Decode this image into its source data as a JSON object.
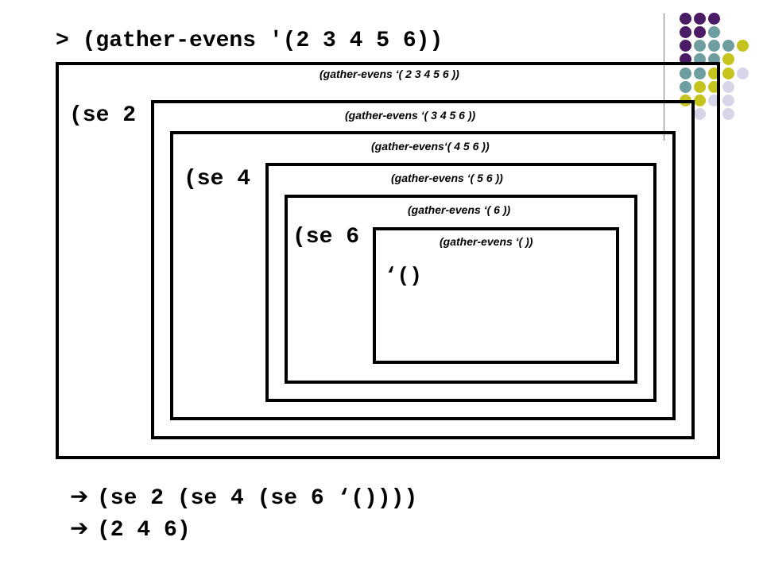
{
  "header": {
    "command": "> (gather-evens '(2 3 4 5 6))"
  },
  "frames": [
    {
      "call": "(gather-evens ‘( 2 3 4 5 6 ))",
      "prefix": "(se 2"
    },
    {
      "call": "(gather-evens ‘( 3 4 5 6 ))",
      "prefix": ""
    },
    {
      "call": "(gather-evens‘( 4 5 6 ))",
      "prefix": "(se 4"
    },
    {
      "call": "(gather-evens ‘( 5 6 ))",
      "prefix": ""
    },
    {
      "call": "(gather-evens ‘( 6 ))",
      "prefix": "(se 6"
    },
    {
      "call": "(gather-evens ‘( ))",
      "prefix": ""
    }
  ],
  "base_case": "‘()",
  "results": [
    {
      "arrow": "➔",
      "text": "(se 2 (se 4 (se 6 ‘())))"
    },
    {
      "arrow": "➔",
      "text": "(2 4 6)"
    }
  ],
  "colors": {
    "purple": "#4b1c66",
    "teal": "#6f9ea0",
    "olive": "#c5c41e",
    "lavender": "#d6d6e8"
  }
}
